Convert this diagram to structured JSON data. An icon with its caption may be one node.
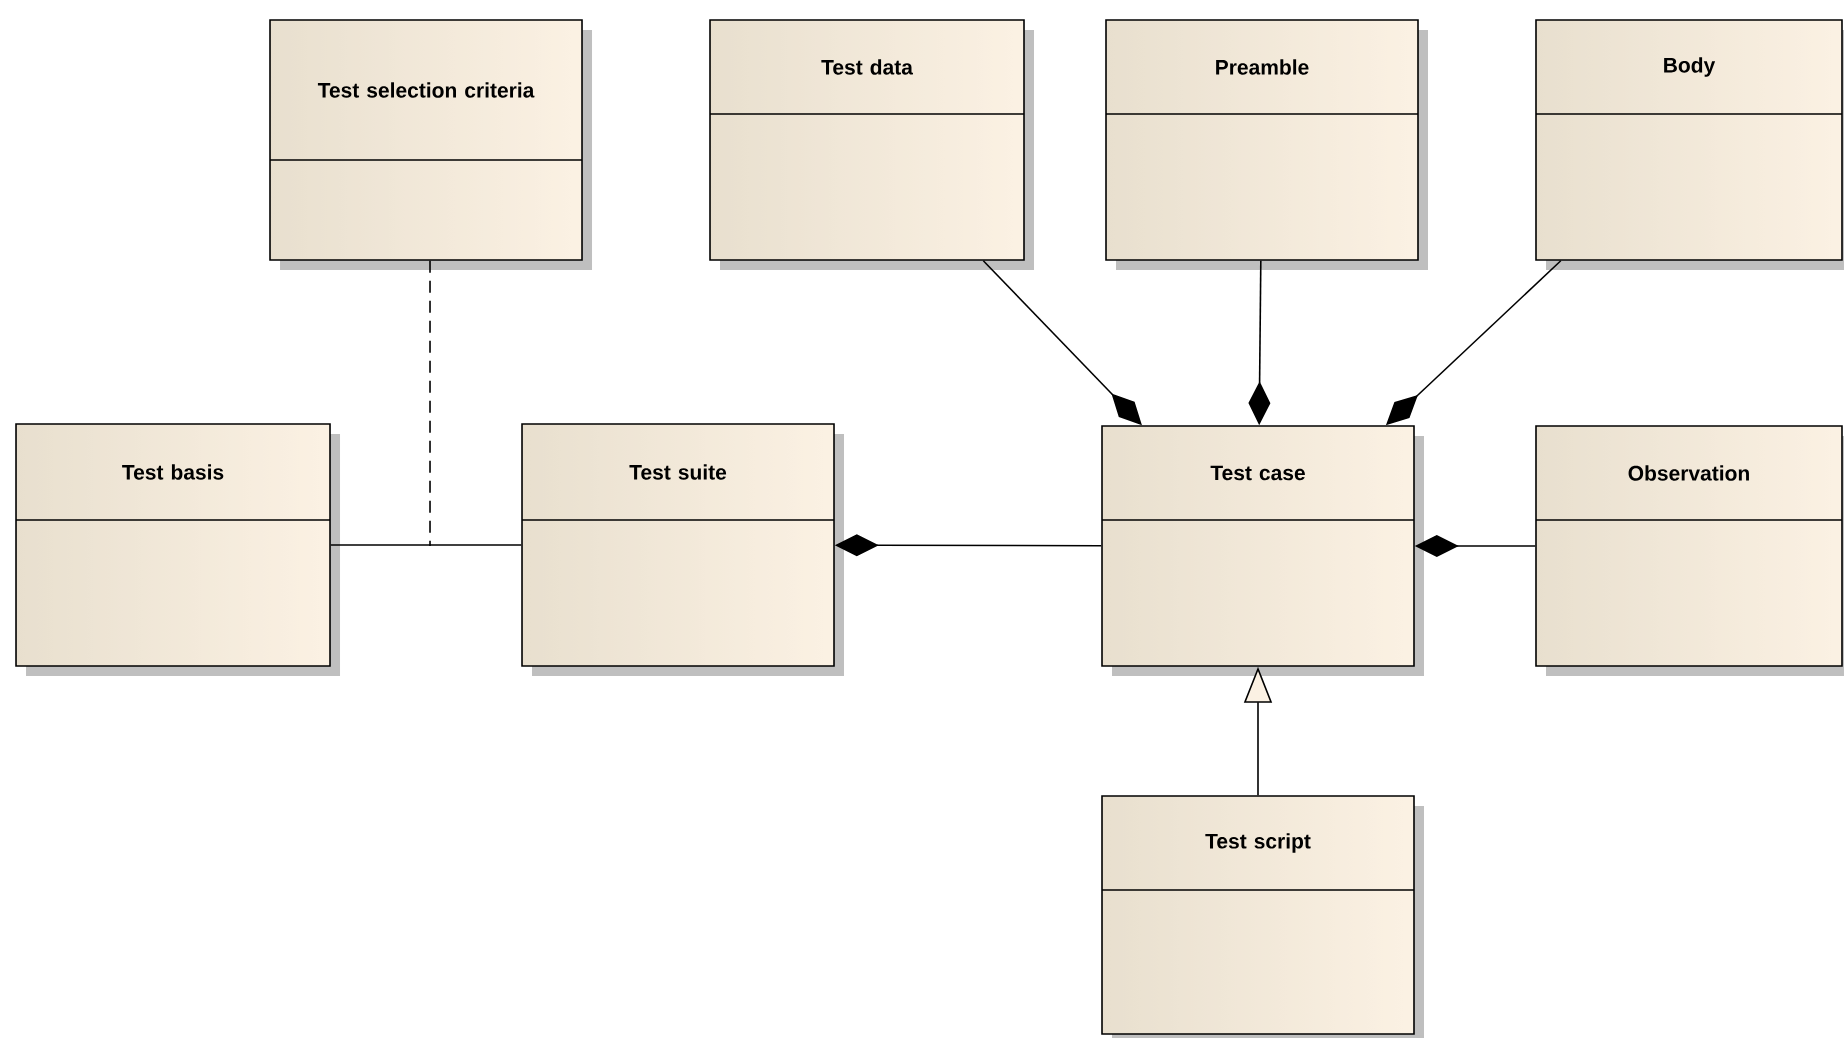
{
  "diagram": {
    "nodes": [
      {
        "text": [
          "Test selection criteria"
        ]
      },
      {
        "text": [
          "Test data"
        ]
      },
      {
        "text": [
          "Preamble"
        ]
      },
      {
        "text": [
          "Body"
        ]
      },
      {
        "text": [
          "Test basis"
        ]
      },
      {
        "text": [
          "Test suite"
        ]
      },
      {
        "text": [
          "Test case"
        ]
      },
      {
        "text": [
          "Observation"
        ]
      },
      {
        "text": [
          "Test script"
        ]
      }
    ],
    "edges": [
      {
        "from": 4,
        "to": 5,
        "arrow": "none"
      },
      {
        "from": 0,
        "to": null,
        "arrow": "none",
        "style": "dashed"
      },
      {
        "from": 6,
        "to": 5,
        "arrow": "other"
      },
      {
        "from": 1,
        "to": 6,
        "arrow": "other"
      },
      {
        "from": 2,
        "to": 6,
        "arrow": "other"
      },
      {
        "from": 3,
        "to": 6,
        "arrow": "other"
      },
      {
        "from": 7,
        "to": 6,
        "arrow": "other"
      },
      {
        "from": 8,
        "to": 6,
        "arrow": "to"
      }
    ]
  }
}
